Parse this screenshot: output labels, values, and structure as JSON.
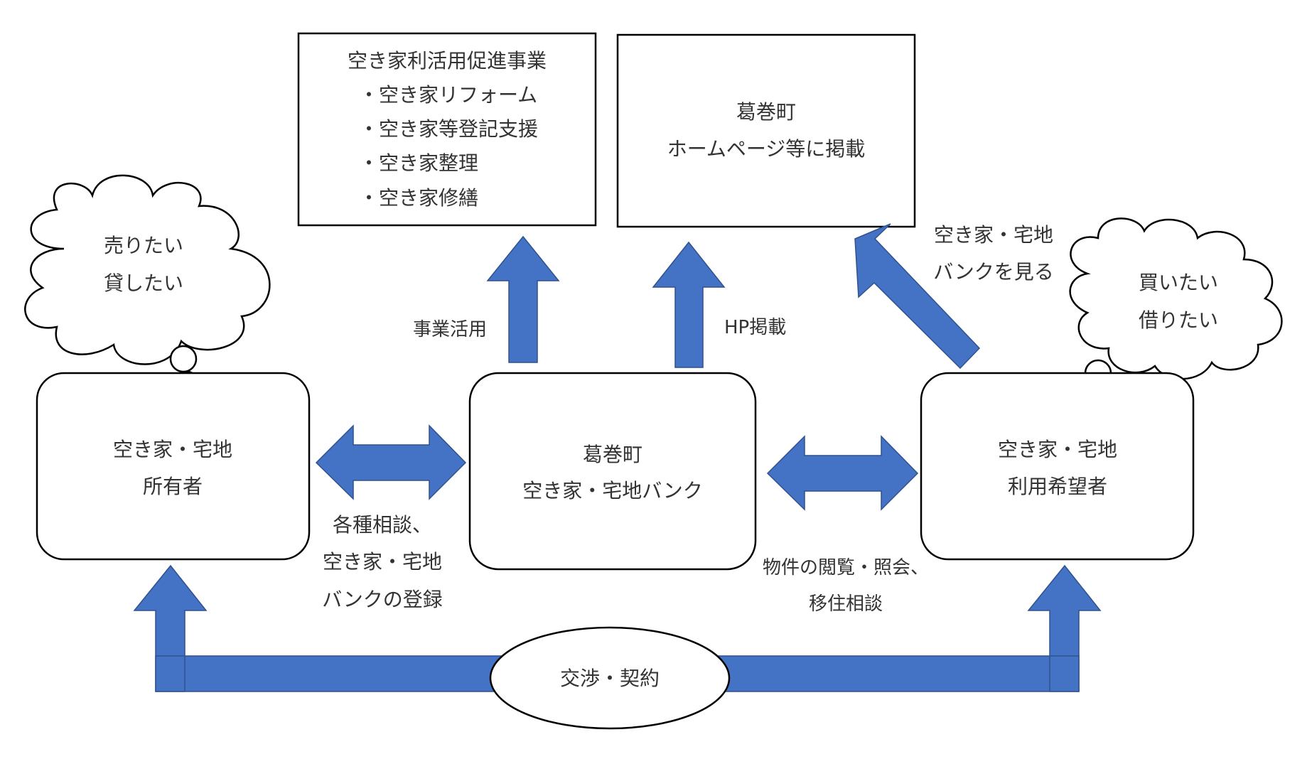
{
  "colors": {
    "arrow_fill": "#4472C4",
    "arrow_stroke": "#2F528F",
    "text": "#333333",
    "outline": "#000000",
    "background": "#FFFFFF"
  },
  "program_box": {
    "title": "空き家利活用促進事業",
    "items": [
      "・空き家リフォーム",
      "・空き家等登記支援",
      "・空き家整理",
      "・空き家修繕"
    ]
  },
  "homepage_box": {
    "line1": "葛巻町",
    "line2": "ホームページ等に掲載"
  },
  "owner_box": {
    "line1": "空き家・宅地",
    "line2": "所有者"
  },
  "bank_box": {
    "line1": "葛巻町",
    "line2": "空き家・宅地バンク"
  },
  "user_box": {
    "line1": "空き家・宅地",
    "line2": "利用希望者"
  },
  "owner_thought": {
    "line1": "売りたい",
    "line2": "貸したい"
  },
  "user_thought": {
    "line1": "買いたい",
    "line2": "借りたい"
  },
  "labels": {
    "business_use": "事業活用",
    "hp_post": "HP掲載",
    "view_bank_line1": "空き家・宅地",
    "view_bank_line2": "バンクを見る",
    "consult_line1": "各種相談、",
    "consult_line2": "空き家・宅地",
    "consult_line3": "バンクの登録",
    "browse_line1": "物件の閲覧・照会、",
    "browse_line2": "移住相談"
  },
  "negotiation": {
    "label": "交渉・契約"
  }
}
